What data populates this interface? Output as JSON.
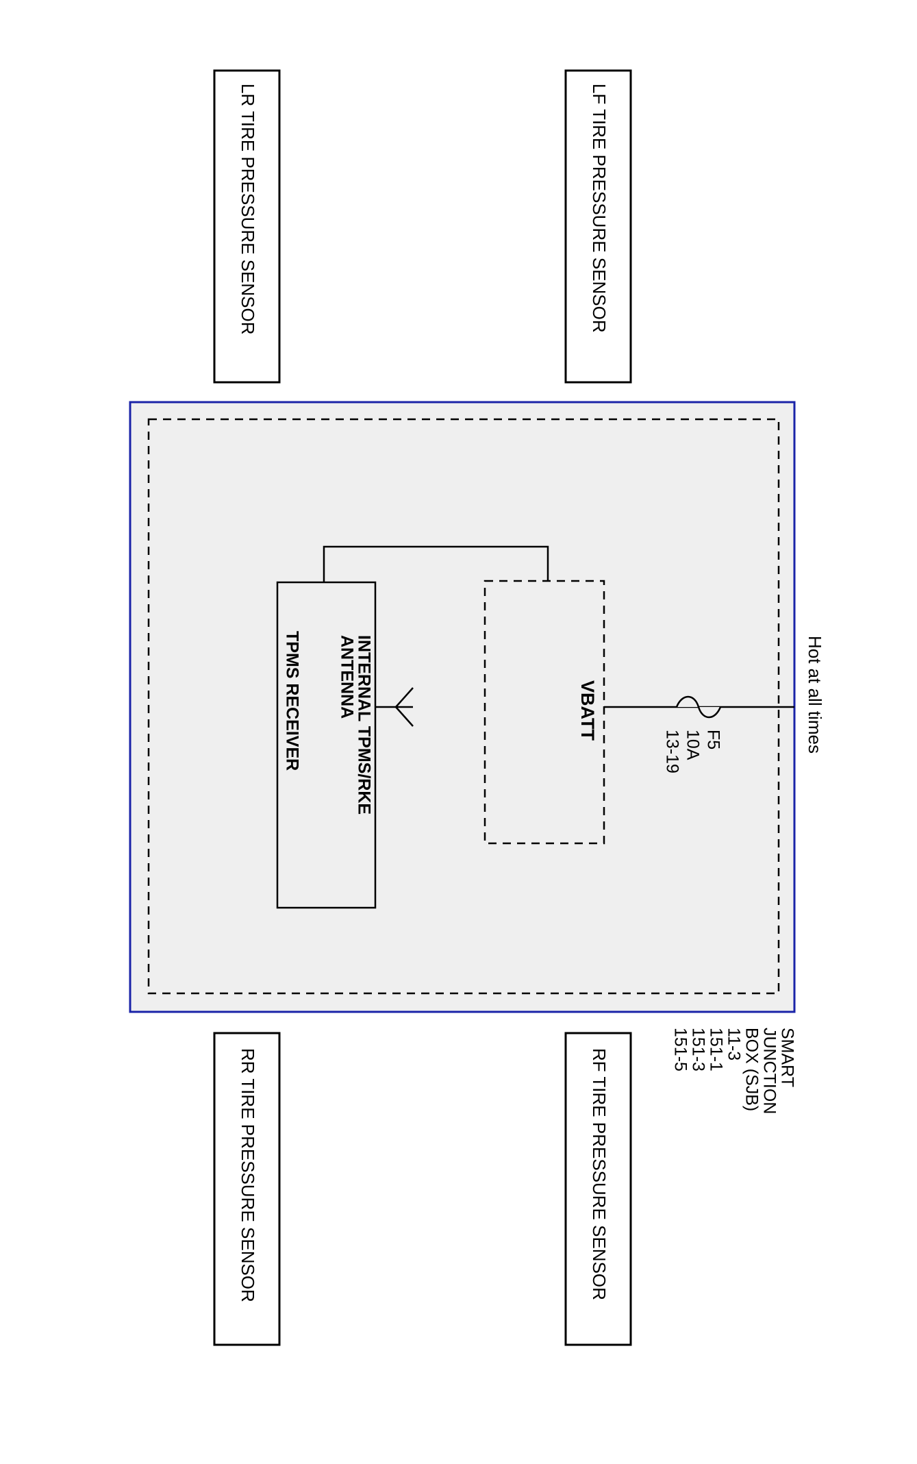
{
  "sensors": {
    "lr": "LR TIRE PRESSURE SENSOR",
    "lf": "LF TIRE PRESSURE SENSOR",
    "rr": "RR TIRE PRESSURE SENSOR",
    "rf": "RF TIRE PRESSURE SENSOR"
  },
  "power": {
    "hot_label": "Hot at all times",
    "fuse": {
      "name": "F5",
      "rating": "10A",
      "location": "13-19"
    }
  },
  "vbatt_label": "VBATT",
  "receiver": {
    "antenna_line1": "INTERNAL TPMS/RKE",
    "antenna_line2": "ANTENNA",
    "name": "TPMS RECEIVER"
  },
  "sjb": {
    "lines": [
      "SMART",
      "JUNCTION",
      "BOX (SJB)",
      "11-3",
      "151-1",
      "151-3",
      "151-5"
    ]
  },
  "colors": {
    "module_border": "#1a23a8",
    "module_fill": "#efefef",
    "line": "#000000"
  }
}
